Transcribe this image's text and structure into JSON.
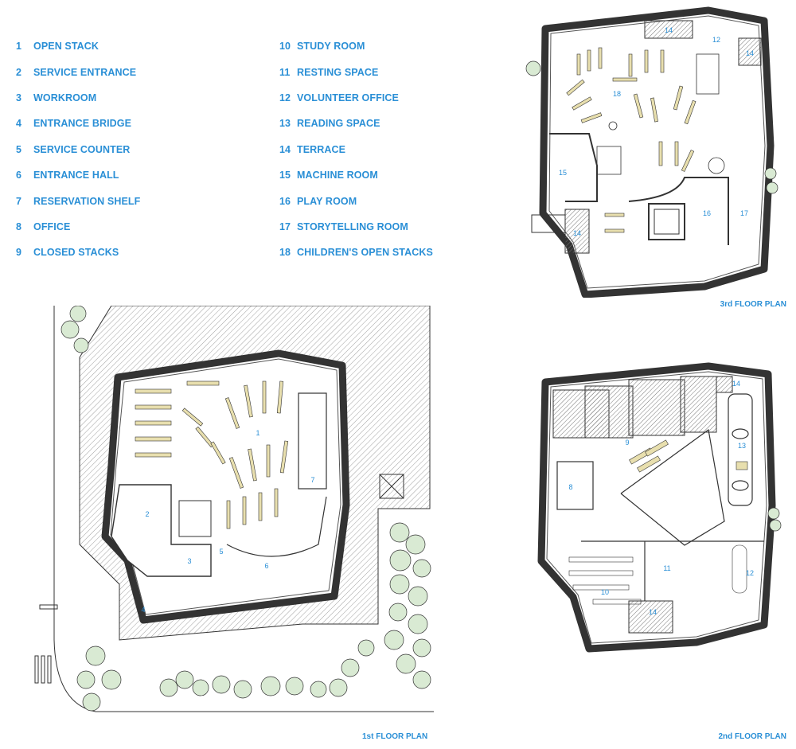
{
  "legend": {
    "left": [
      {
        "num": "1",
        "label": "OPEN STACK"
      },
      {
        "num": "2",
        "label": "SERVICE ENTRANCE"
      },
      {
        "num": "3",
        "label": "WORKROOM"
      },
      {
        "num": "4",
        "label": "ENTRANCE BRIDGE"
      },
      {
        "num": "5",
        "label": "SERVICE COUNTER"
      },
      {
        "num": "6",
        "label": "ENTRANCE HALL"
      },
      {
        "num": "7",
        "label": "RESERVATION SHELF"
      },
      {
        "num": "8",
        "label": "OFFICE"
      },
      {
        "num": "9",
        "label": "CLOSED STACKS"
      }
    ],
    "right": [
      {
        "num": "10",
        "label": "STUDY ROOM"
      },
      {
        "num": "11",
        "label": "RESTING SPACE"
      },
      {
        "num": "12",
        "label": "VOLUNTEER OFFICE"
      },
      {
        "num": "13",
        "label": "READING SPACE"
      },
      {
        "num": "14",
        "label": "TERRACE"
      },
      {
        "num": "15",
        "label": "MACHINE ROOM"
      },
      {
        "num": "16",
        "label": "PLAY ROOM"
      },
      {
        "num": "17",
        "label": "STORYTELLING ROOM"
      },
      {
        "num": "18",
        "label": "CHILDREN'S OPEN STACKS"
      }
    ]
  },
  "captions": {
    "floor1": "1st FLOOR PLAN",
    "floor2": "2nd FLOOR PLAN",
    "floor3": "3rd FLOOR PLAN"
  },
  "room_labels": {
    "floor1": [
      "1",
      "2",
      "3",
      "4",
      "5",
      "6",
      "7"
    ],
    "floor2": [
      "8",
      "9",
      "10",
      "11",
      "12",
      "13",
      "14",
      "14"
    ],
    "floor3": [
      "12",
      "14",
      "14",
      "14",
      "15",
      "16",
      "17",
      "18"
    ]
  },
  "colors": {
    "accent": "#2a8fd6",
    "line": "#333333",
    "tree": "#d9ead3",
    "furniture": "#e8dfae"
  }
}
